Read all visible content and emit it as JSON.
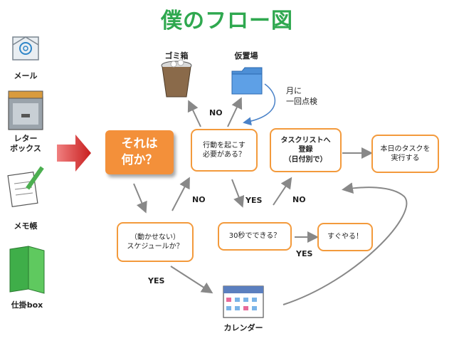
{
  "title": "僕のフロー図",
  "inputs": {
    "mail": "メール",
    "letterbox": "レター\nボックス",
    "memo": "メモ帳",
    "box": "仕掛box"
  },
  "nodes": {
    "what": "それは\n何か？",
    "action": "行動を起こす\n必要がある？",
    "tasklist": "タスクリストへ\n登録\n（日付別で）",
    "today": "本日のタスクを\n実行する",
    "schedule": "（動かせない）\nスケジュールか？",
    "thirty": "30秒でできる？",
    "doit": "すぐやる！"
  },
  "destinations": {
    "trash": "ゴミ箱",
    "archive": "仮置場",
    "calendar": "カレンダー"
  },
  "note": "月に\n一回点検",
  "edges": {
    "no_top": "NO",
    "no_left": "NO",
    "yes_mid": "YES",
    "no_right": "NO",
    "yes_thirty": "YES",
    "yes_schedule": "YES"
  },
  "colors": {
    "title": "#2fa84f",
    "node_border": "#f39a3c",
    "orange_fill": "#f3903a",
    "arrow": "#888888",
    "note_arrow": "#4a82c8",
    "big_arrow": "#d42a2a"
  }
}
